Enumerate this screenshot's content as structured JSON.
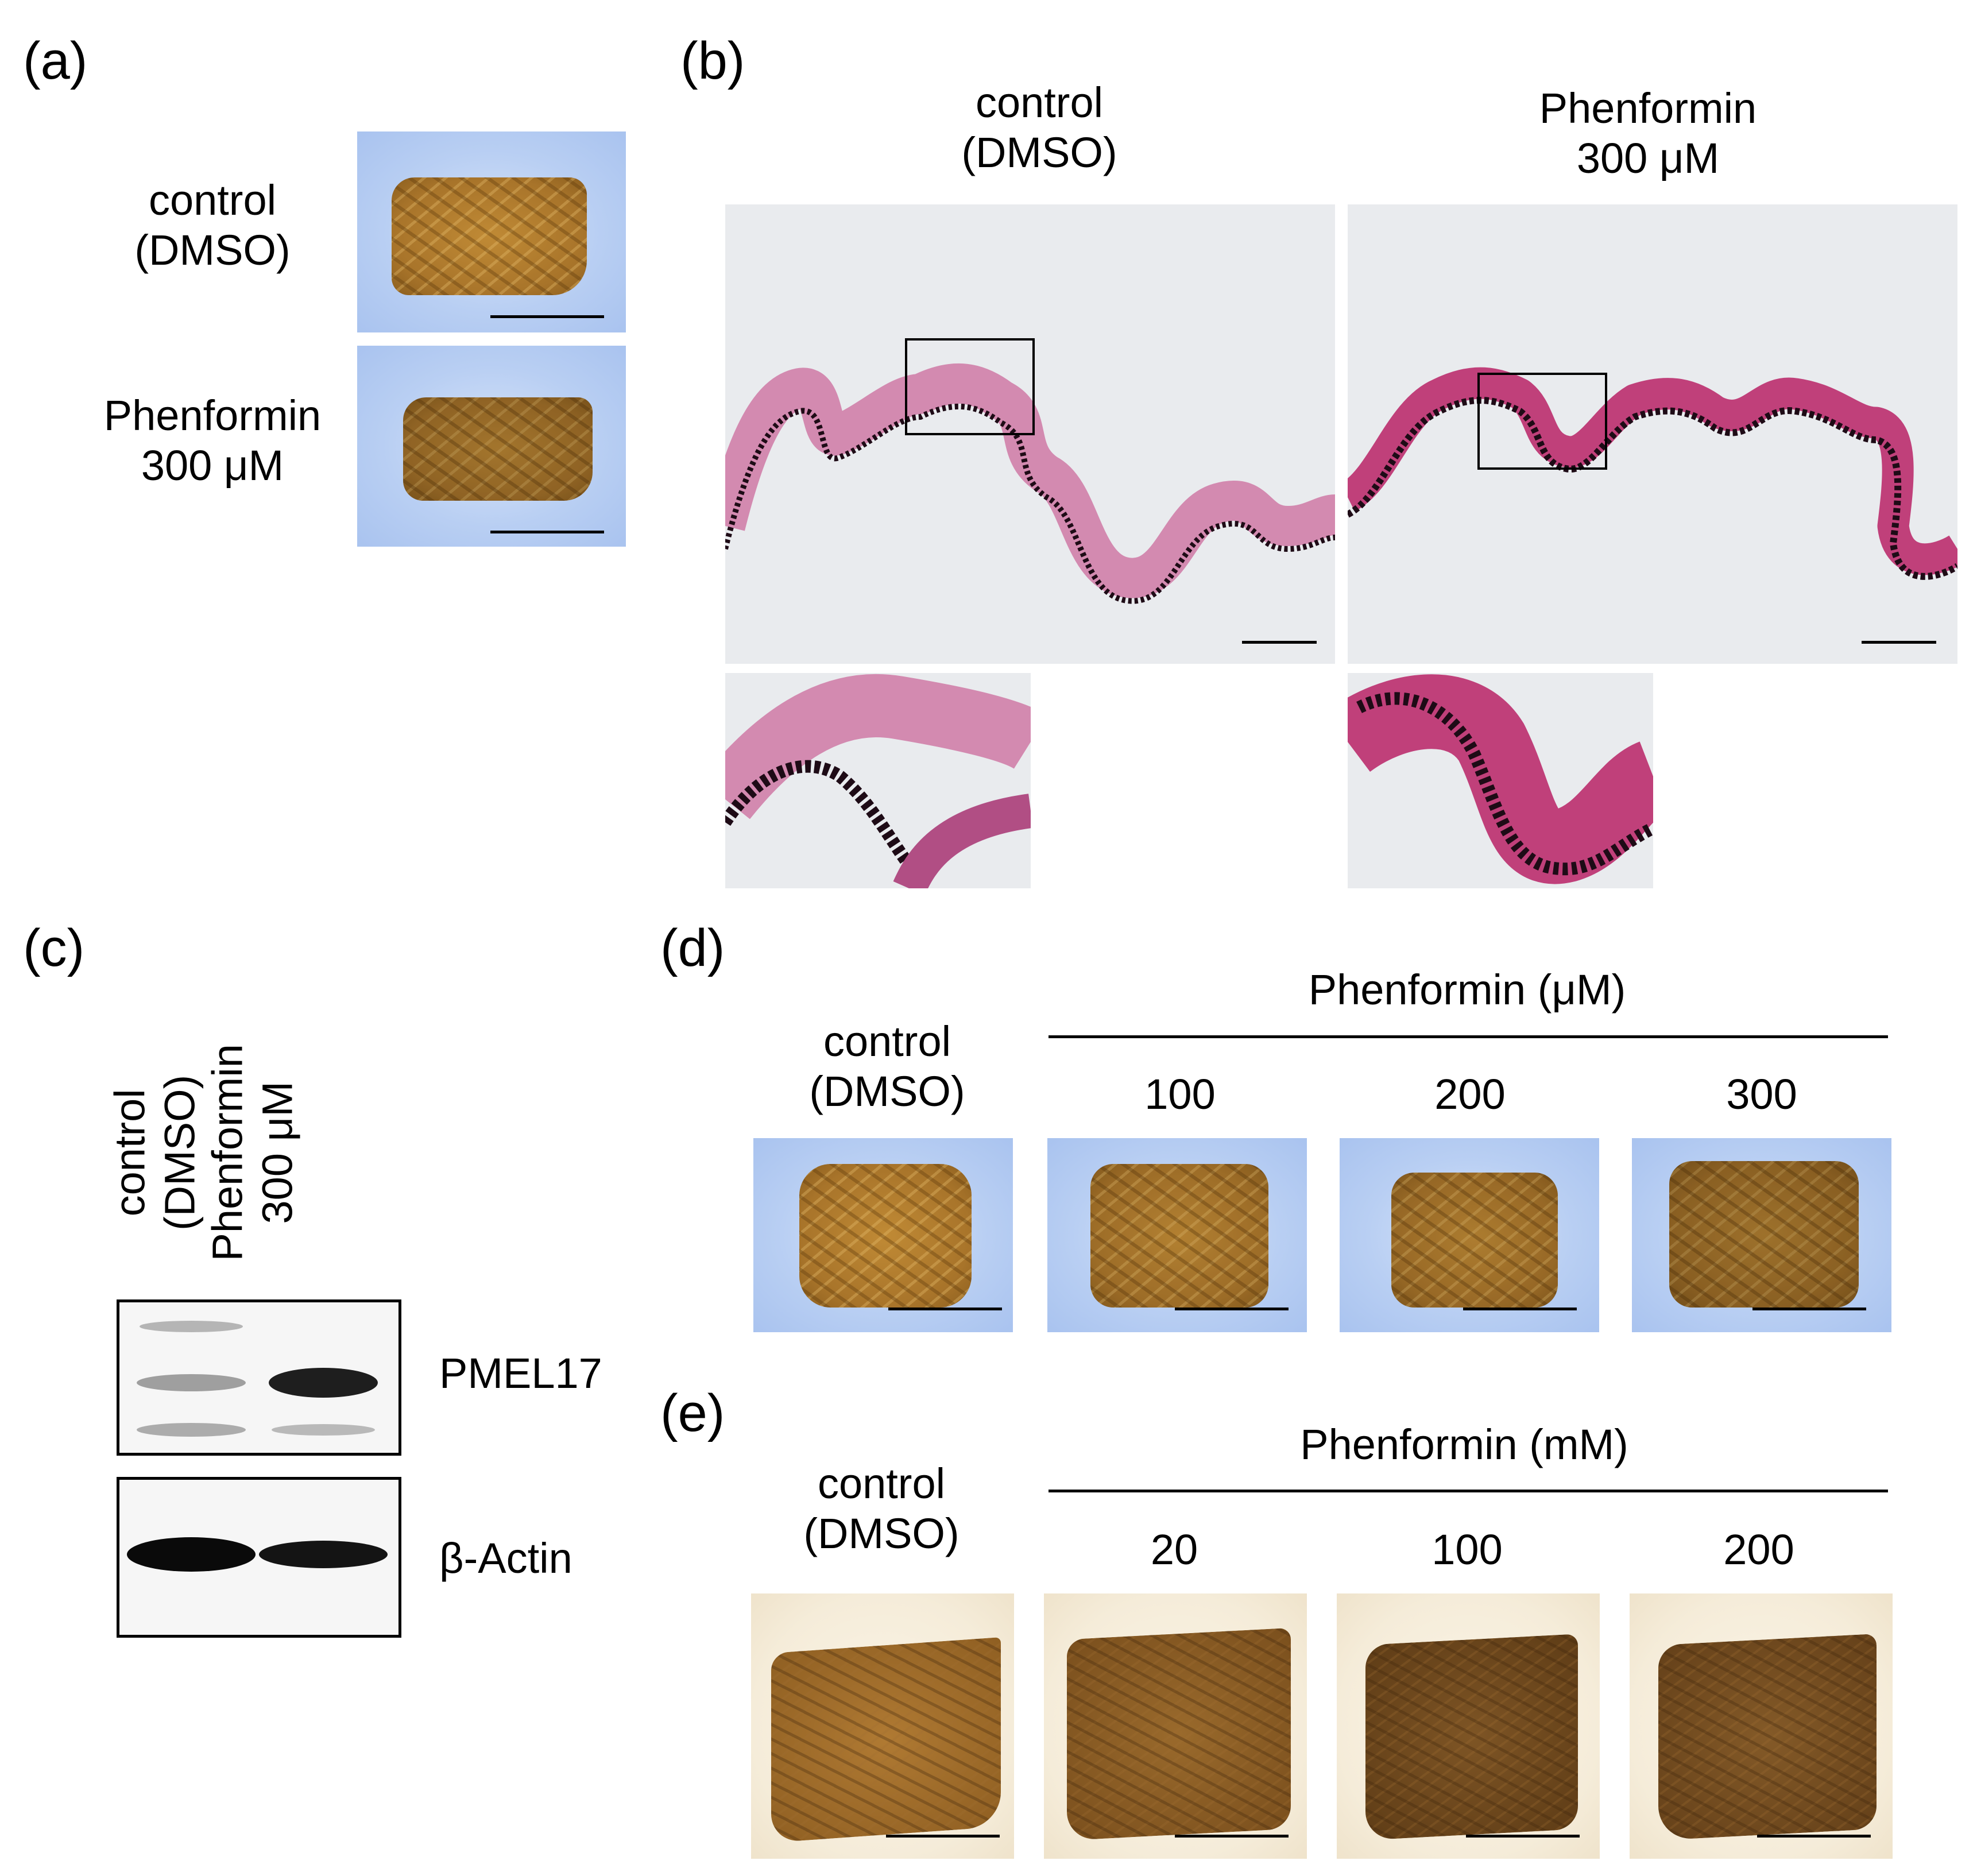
{
  "panels": {
    "a": {
      "label": "(a)",
      "rows": [
        {
          "line1": "control",
          "line2": "(DMSO)"
        },
        {
          "line1": "Phenformin",
          "line2": "300 μM"
        }
      ]
    },
    "b": {
      "label": "(b)",
      "columns": [
        {
          "line1": "control",
          "line2": "(DMSO)"
        },
        {
          "line1": "Phenformin",
          "line2": "300 μM"
        }
      ]
    },
    "c": {
      "label": "(c)",
      "lanes": [
        {
          "line1": "control",
          "line2": "(DMSO)"
        },
        {
          "line1": "Phenformin",
          "line2": "300 μM"
        }
      ],
      "bands": [
        "PMEL17",
        "β-Actin"
      ]
    },
    "d": {
      "label": "(d)",
      "control": {
        "line1": "control",
        "line2": "(DMSO)"
      },
      "group_title": "Phenformin (μM)",
      "doses": [
        "100",
        "200",
        "300"
      ]
    },
    "e": {
      "label": "(e)",
      "control": {
        "line1": "control",
        "line2": "(DMSO)"
      },
      "group_title": "Phenformin (mM)",
      "doses": [
        "20",
        "100",
        "200"
      ]
    }
  },
  "colors": {
    "background_blue": "#b9cff3",
    "background_cream": "#f5ecd9",
    "tissue_light": "#b27d2c",
    "tissue_dark": "#6e4a1c",
    "histology_stain": "#c0407a",
    "melanin": "#1a0a14"
  }
}
